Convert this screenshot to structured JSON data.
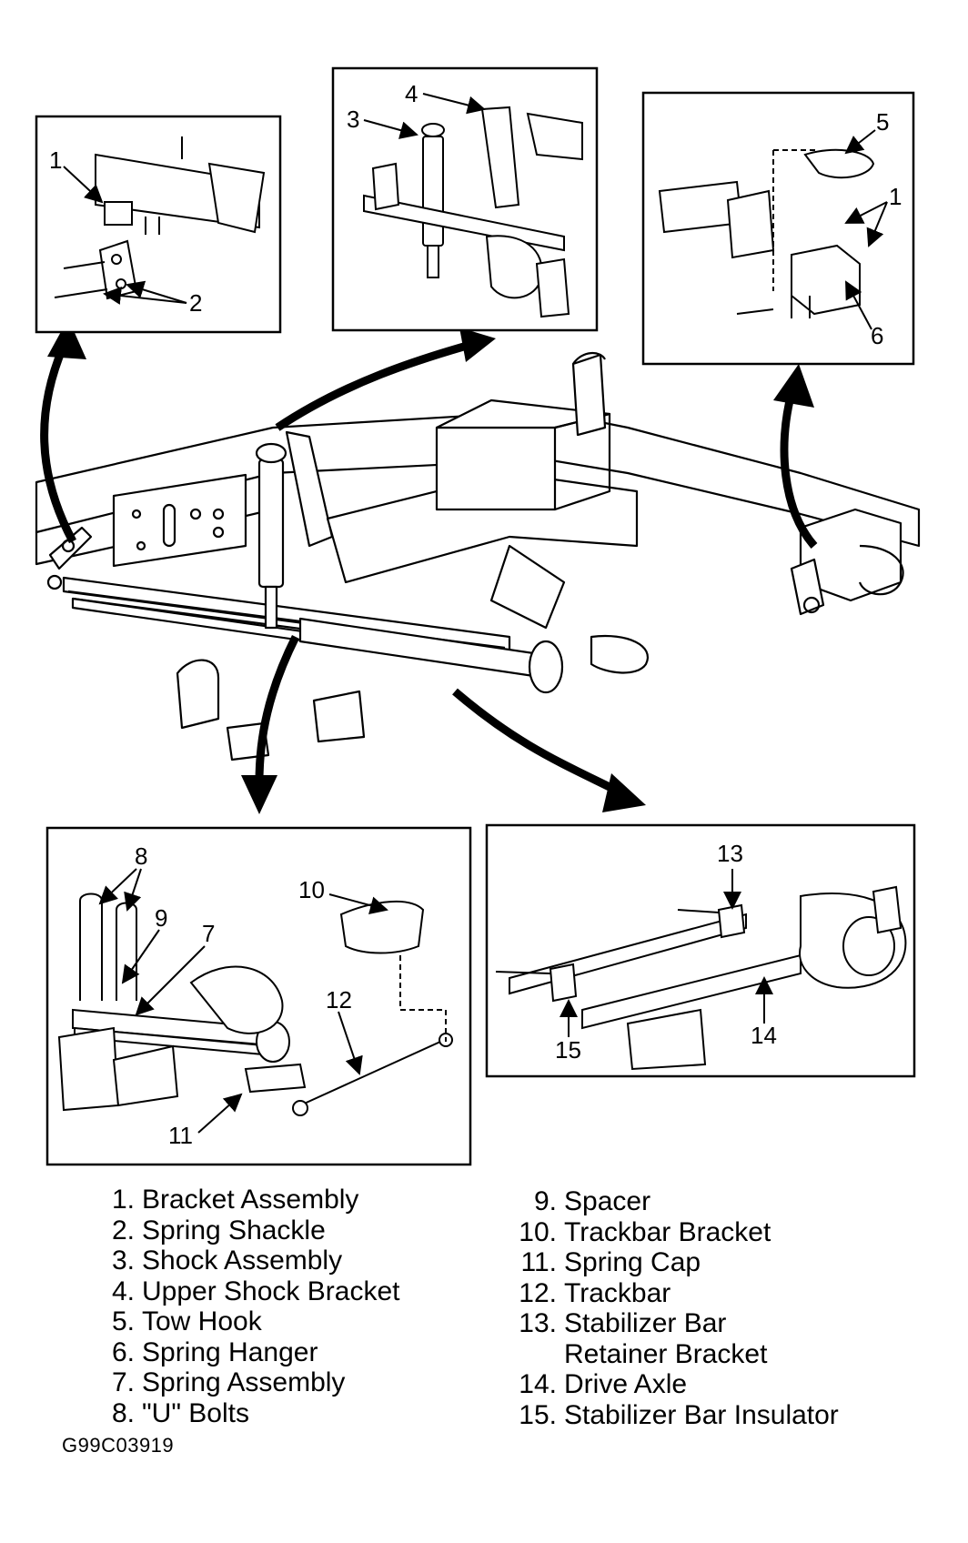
{
  "callouts": {
    "c1a": "1",
    "c2": "2",
    "c3": "3",
    "c4": "4",
    "c5": "5",
    "c1b": "1",
    "c6": "6",
    "c7": "7",
    "c8": "8",
    "c9": "9",
    "c10": "10",
    "c11": "11",
    "c12": "12",
    "c13": "13",
    "c14": "14",
    "c15": "15"
  },
  "legend": {
    "left": [
      {
        "num": "1.",
        "label": "Bracket Assembly"
      },
      {
        "num": "2.",
        "label": "Spring Shackle"
      },
      {
        "num": "3.",
        "label": "Shock Assembly"
      },
      {
        "num": "4.",
        "label": "Upper Shock Bracket"
      },
      {
        "num": "5.",
        "label": "Tow Hook"
      },
      {
        "num": "6.",
        "label": "Spring Hanger"
      },
      {
        "num": "7.",
        "label": "Spring Assembly"
      },
      {
        "num": "8.",
        "label": "\"U\" Bolts"
      }
    ],
    "right": [
      {
        "num": "9.",
        "label": "Spacer"
      },
      {
        "num": "10.",
        "label": "Trackbar Bracket"
      },
      {
        "num": "11.",
        "label": "Spring Cap"
      },
      {
        "num": "12.",
        "label": "Trackbar"
      },
      {
        "num": "13.",
        "label": "Stabilizer Bar"
      },
      {
        "num": "",
        "label": "Retainer Bracket"
      },
      {
        "num": "14.",
        "label": "Drive Axle"
      },
      {
        "num": "15.",
        "label": "Stabilizer Bar Insulator"
      }
    ]
  },
  "figure_code": "G99C03919"
}
